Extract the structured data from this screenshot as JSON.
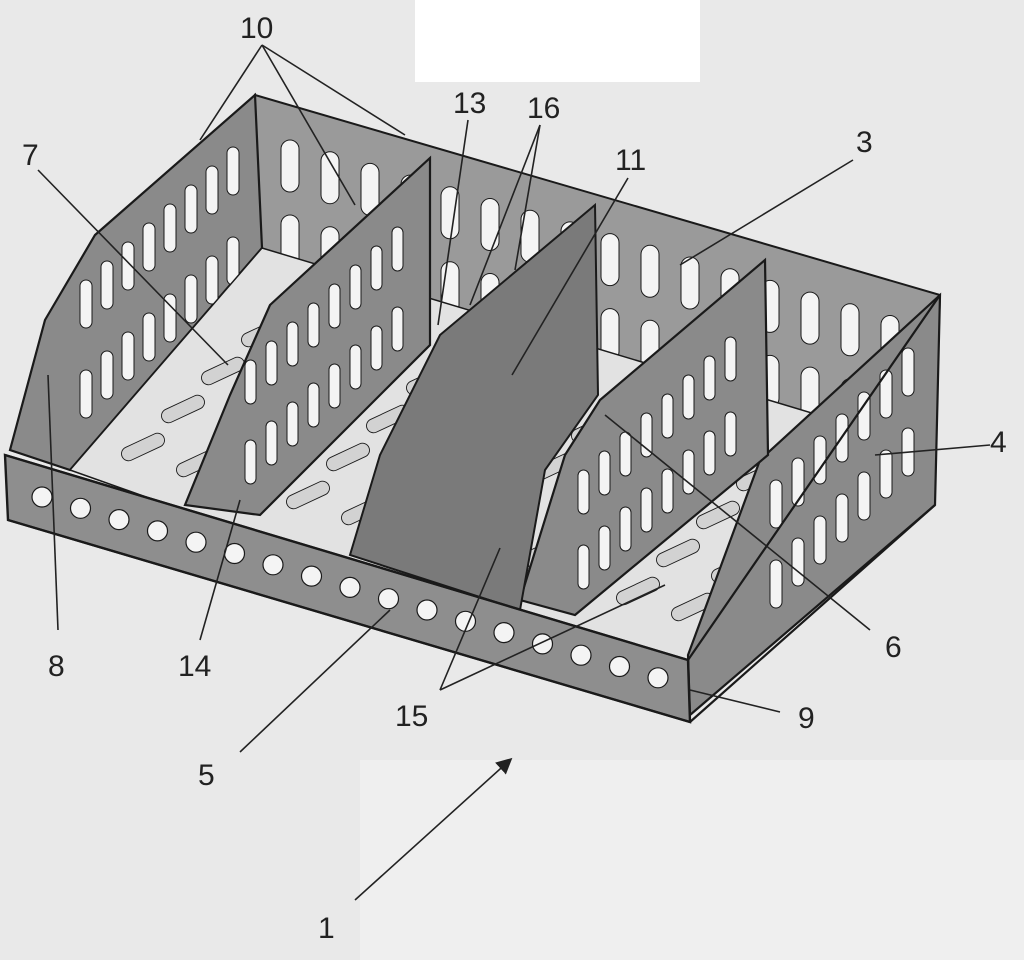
{
  "figure": {
    "labels": {
      "l1": "1",
      "l3": "3",
      "l4": "4",
      "l5": "5",
      "l6": "6",
      "l7": "7",
      "l8": "8",
      "l9": "9",
      "l10": "10",
      "l11": "11",
      "l13": "13",
      "l14": "14",
      "l15": "15",
      "l16": "16"
    }
  },
  "colors": {
    "background": "#e9e9e9",
    "wall": "#8c8c8c",
    "wall_dark": "#5f5f5f",
    "floor": "#e4e4e4",
    "slot": "#f4f4f4",
    "divider_solid": "#777777",
    "line": "#1a1a1a"
  }
}
